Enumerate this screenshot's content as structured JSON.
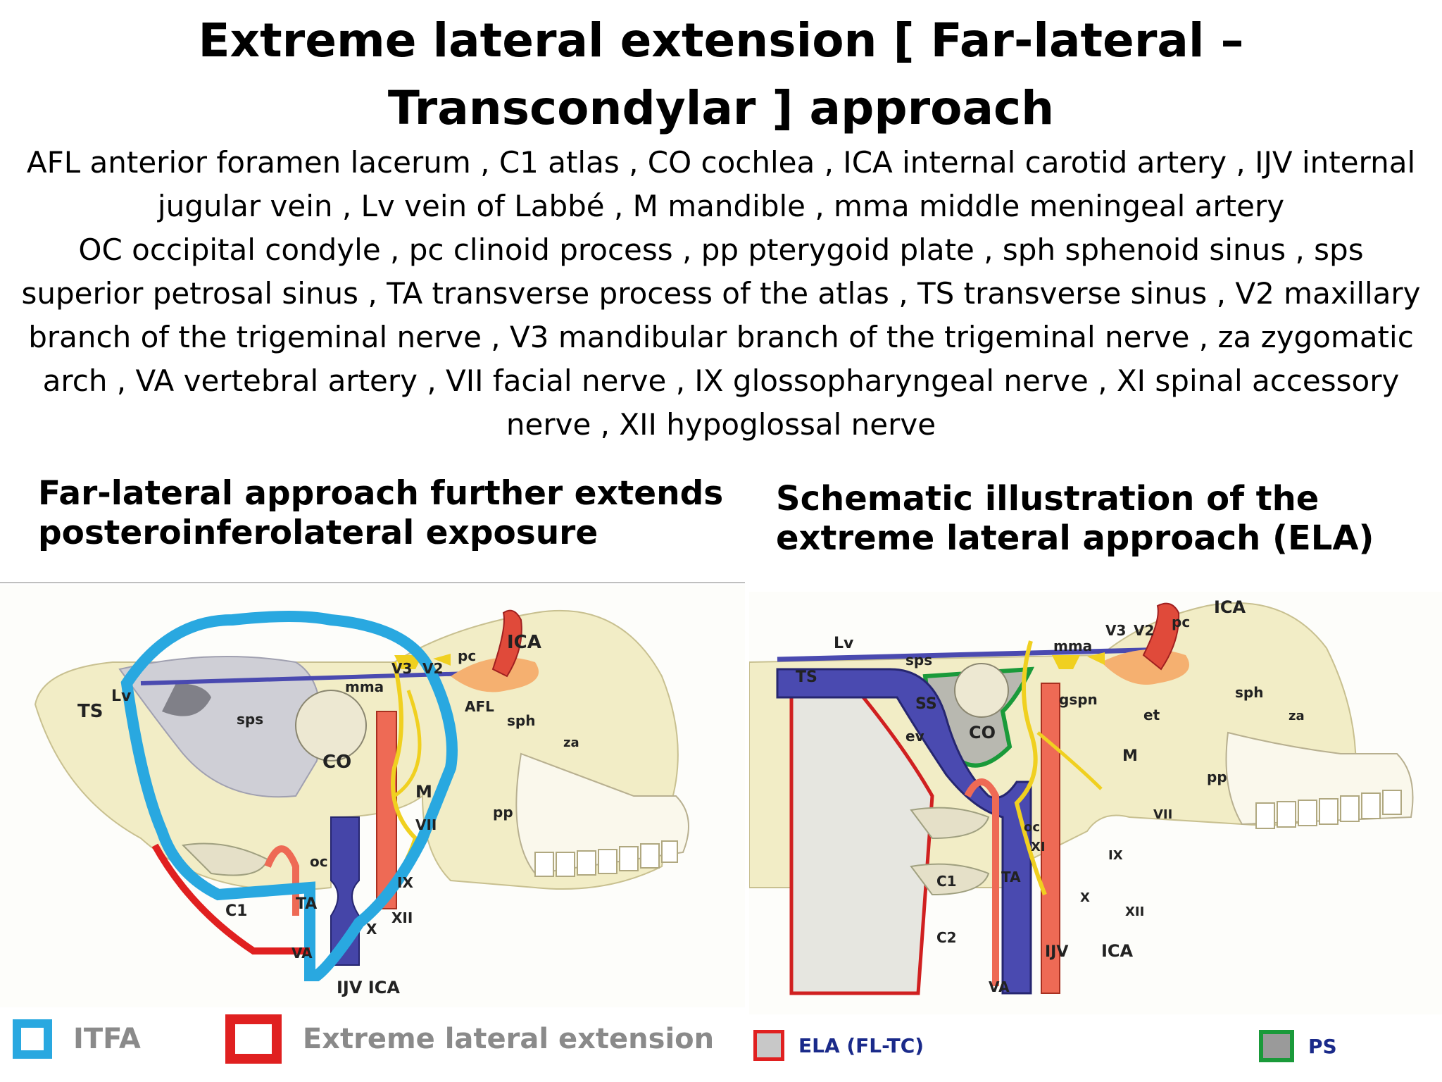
{
  "title": "Extreme lateral extension [ Far-lateral – Transcondylar ] approach",
  "abbreviations": [
    "AFL anterior foramen lacerum , C1 atlas , CO cochlea , ICA internal carotid artery , IJV internal jugular vein , Lv vein of Labbé , M mandible , mma middle meningeal artery",
    "OC occipital condyle , pc clinoid process , pp pterygoid plate , sph sphenoid sinus , sps superior petrosal sinus , TA transverse process of the atlas , TS transverse sinus , V2 maxillary branch of the trigeminal nerve , V3 mandibular branch of the trigeminal nerve , za zygomatic arch , VA vertebral artery , VII facial nerve , IX glossopharyngeal nerve , XI spinal accessory nerve , XII hypoglossal nerve"
  ],
  "left_panel": {
    "subtitle": "Far-lateral approach further extends posteroinferolateral exposure",
    "labels": {
      "ts": "TS",
      "lv": "Lv",
      "sps": "sps",
      "mma": "mma",
      "v3": "V3",
      "v2": "V2",
      "pc": "pc",
      "ica_top": "ICA",
      "afl": "AFL",
      "sph": "sph",
      "za": "za",
      "co": "CO",
      "m": "M",
      "vii": "VII",
      "pp": "pp",
      "oc": "oc",
      "ix": "IX",
      "c1": "C1",
      "ta": "TA",
      "xii": "XII",
      "x": "X",
      "va": "VA",
      "ijv_ica": "IJV ICA"
    },
    "legend": [
      {
        "label": "ITFA",
        "color": "#29a8e0"
      },
      {
        "label": "Extreme lateral extension",
        "color": "#e02020"
      }
    ]
  },
  "right_panel": {
    "subtitle": "Schematic illustration of the extreme lateral approach (ELA)",
    "labels": {
      "lv": "Lv",
      "ts": "TS",
      "sps": "sps",
      "ss": "SS",
      "ev": "ev",
      "mma": "mma",
      "v3": "V3",
      "v2": "V2",
      "pc": "pc",
      "ica_top": "ICA",
      "gspn": "gspn",
      "et": "et",
      "sph": "sph",
      "za": "za",
      "co": "CO",
      "m": "M",
      "pp": "pp",
      "vii": "VII",
      "oc": "oc",
      "xi": "XI",
      "ix": "IX",
      "c1": "C1",
      "ta": "TA",
      "x": "X",
      "xii": "XII",
      "c2": "C2",
      "ijv": "IJV",
      "ica_bottom": "ICA",
      "va": "VA"
    },
    "legend": [
      {
        "label": "ELA (FL-TC)",
        "color": "#e02020"
      },
      {
        "label": "PS",
        "color": "#1a9a3a"
      }
    ]
  }
}
